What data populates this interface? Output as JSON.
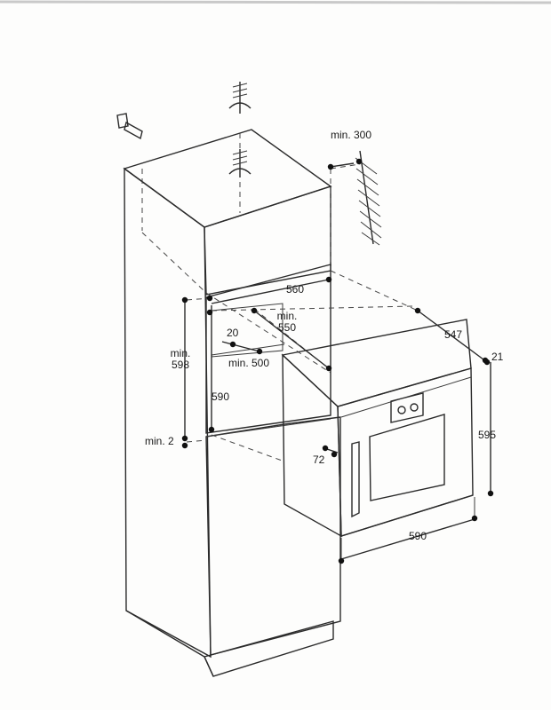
{
  "dimensions": {
    "min_300": "min. 300",
    "niche_width": "560",
    "niche_depth_prefix": "min.",
    "niche_depth_value": "550",
    "offset_20": "20",
    "min_500": "min. 500",
    "niche_height_prefix": "min.",
    "niche_height_value": "598",
    "oven_height_590": "590",
    "min_2": "min. 2",
    "oven_depth": "547",
    "front_thickness": "21",
    "oven_height_595": "595",
    "handle_72": "72",
    "oven_width_590": "590"
  },
  "symbols": [
    "earth-symbol-icon",
    "mounting-clip-icon"
  ]
}
